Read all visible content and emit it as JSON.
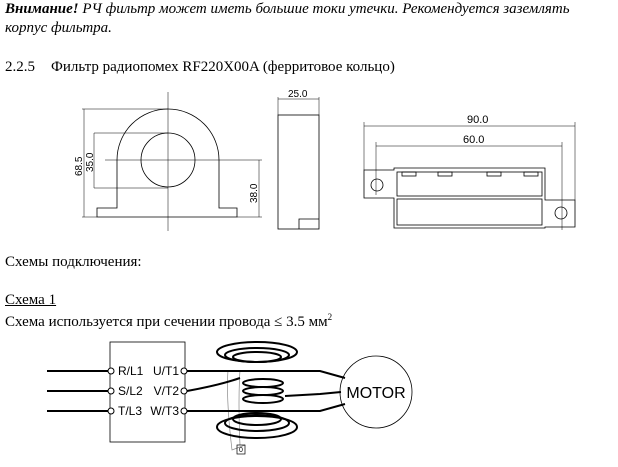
{
  "warning": {
    "label": "Внимание!",
    "text_line1": " РЧ фильтр может иметь большие токи утечки. Рекомендуется заземлять",
    "text_line2": "корпус фильтра."
  },
  "section": {
    "number": "2.2.5",
    "title": "Фильтр радиопомех RF220X00A (ферритовое кольцо)"
  },
  "drawing_dimensions": {
    "front_height": "68.5",
    "inner_diameter": "35.0",
    "center_height": "38.0",
    "side_width": "25.0",
    "mount_length": "90.0",
    "hole_spacing": "60.0"
  },
  "schemes_heading": "Схемы подключения:",
  "scheme1": {
    "title": "Схема 1",
    "desc": "Схема используется при сечении провода ≤ 3.5 мм",
    "desc_sup": "2"
  },
  "wiring": {
    "inputs": [
      "R/L1",
      "S/L2",
      "T/L3"
    ],
    "outputs": [
      "U/T1",
      "V/T2",
      "W/T3"
    ],
    "motor": "MOTOR",
    "ground": "0"
  }
}
